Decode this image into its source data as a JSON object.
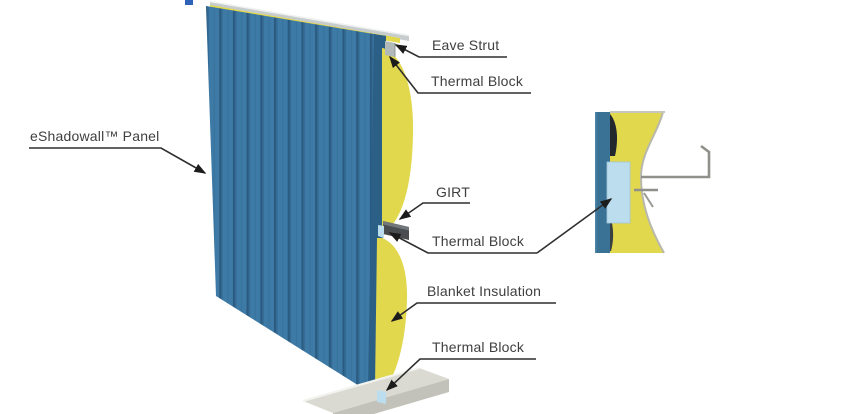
{
  "colors": {
    "background": "#ffffff",
    "title_fragment_blue": "#2d62b8",
    "panel_base": "#3d7aa6",
    "panel_groove_dark": "#2a5a80",
    "panel_groove_mid": "#346a93",
    "panel_streak": "#38739d",
    "panel_side_dark": "#2c5f86",
    "insulation_yellow": "#e2d84e",
    "insulation_edge_gray": "#b8b8ac",
    "insulation_cap_gray": "#c6c6bc",
    "eave_strut_gray": "#c7cccc",
    "eave_strut_highlight": "#f0f2f2",
    "thermal_block_gray": "#b2b9b9",
    "girt_clip_dark": "#4a4d50",
    "girt_clip_top": "#71767a",
    "thermal_block_blue": "#bcdded",
    "thermal_block_blue_edge": "#9fc6da",
    "slab_top": "#dadad3",
    "slab_front": "#c2c2ba",
    "slab_highlight": "#f2f2ee",
    "detail_panel_blue": "#3a7295",
    "detail_shadow_dark": "#22282c",
    "girt_line_gray": "#90908a",
    "label_text": "#3f3f3f",
    "leader_line": "#2e2e2e"
  },
  "labels": {
    "panel": "eShadowall™ Panel",
    "eave_strut": "Eave Strut",
    "thermal_block_top": "Thermal Block",
    "girt": "GIRT",
    "thermal_block_mid": "Thermal Block",
    "blanket_insulation": "Blanket Insulation",
    "thermal_block_bottom": "Thermal Block"
  }
}
